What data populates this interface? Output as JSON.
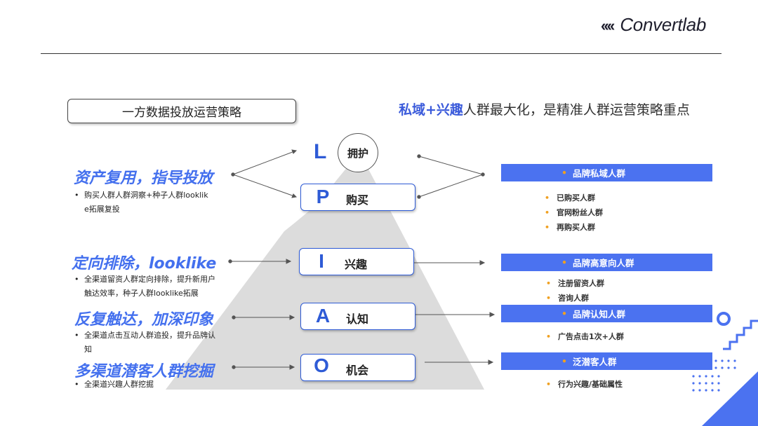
{
  "logo": {
    "mark": "‹‹‹‹",
    "text": "Convertlab"
  },
  "strategy_box": "一方数据投放运营策略",
  "headline": {
    "highlight": "私域+兴趣",
    "rest": "人群最大化，是精准人群运营策略重点"
  },
  "stages": {
    "l": {
      "letter": "L",
      "word": "拥护"
    },
    "p": {
      "letter": "P",
      "word": "购买"
    },
    "i": {
      "letter": "I",
      "word": "兴趣"
    },
    "a": {
      "letter": "A",
      "word": "认知"
    },
    "o": {
      "letter": "O",
      "word": "机会"
    }
  },
  "left": [
    {
      "title": "资产复用，指导投放",
      "bullet": "购买人群人群洞察+种子人群looklik",
      "bullet2": "e拓展复投"
    },
    {
      "title": "定向排除，looklike",
      "bullet": "全渠道留资人群定向排除，提升新用户",
      "bullet2": "触达效率，种子人群looklike拓展"
    },
    {
      "title": "反复触达，加深印象",
      "bullet": "全渠道点击互动人群追投，提升品牌认",
      "bullet2": "知"
    },
    {
      "title": "多渠道潜客人群挖掘",
      "bullet": "全渠道兴趣人群挖掘"
    }
  ],
  "right": [
    {
      "header": "品牌私域人群",
      "items": [
        "已购买人群",
        "官网粉丝人群",
        "再购买人群"
      ]
    },
    {
      "header": "品牌高意向人群",
      "items": [
        "注册留资人群",
        "咨询人群"
      ]
    },
    {
      "header": "品牌认知人群",
      "items": [
        "广告点击1次+人群"
      ]
    },
    {
      "header": "泛潜客人群",
      "items": [
        "行为兴趣/基础属性"
      ]
    }
  ],
  "bullet_char": "•",
  "dot_char": "•",
  "colors": {
    "accent": "#4b72f0",
    "letter": "#2e5bd6",
    "title": "#4470ee",
    "dot": "#f0a020",
    "pyramid": "#dcdcdc"
  }
}
